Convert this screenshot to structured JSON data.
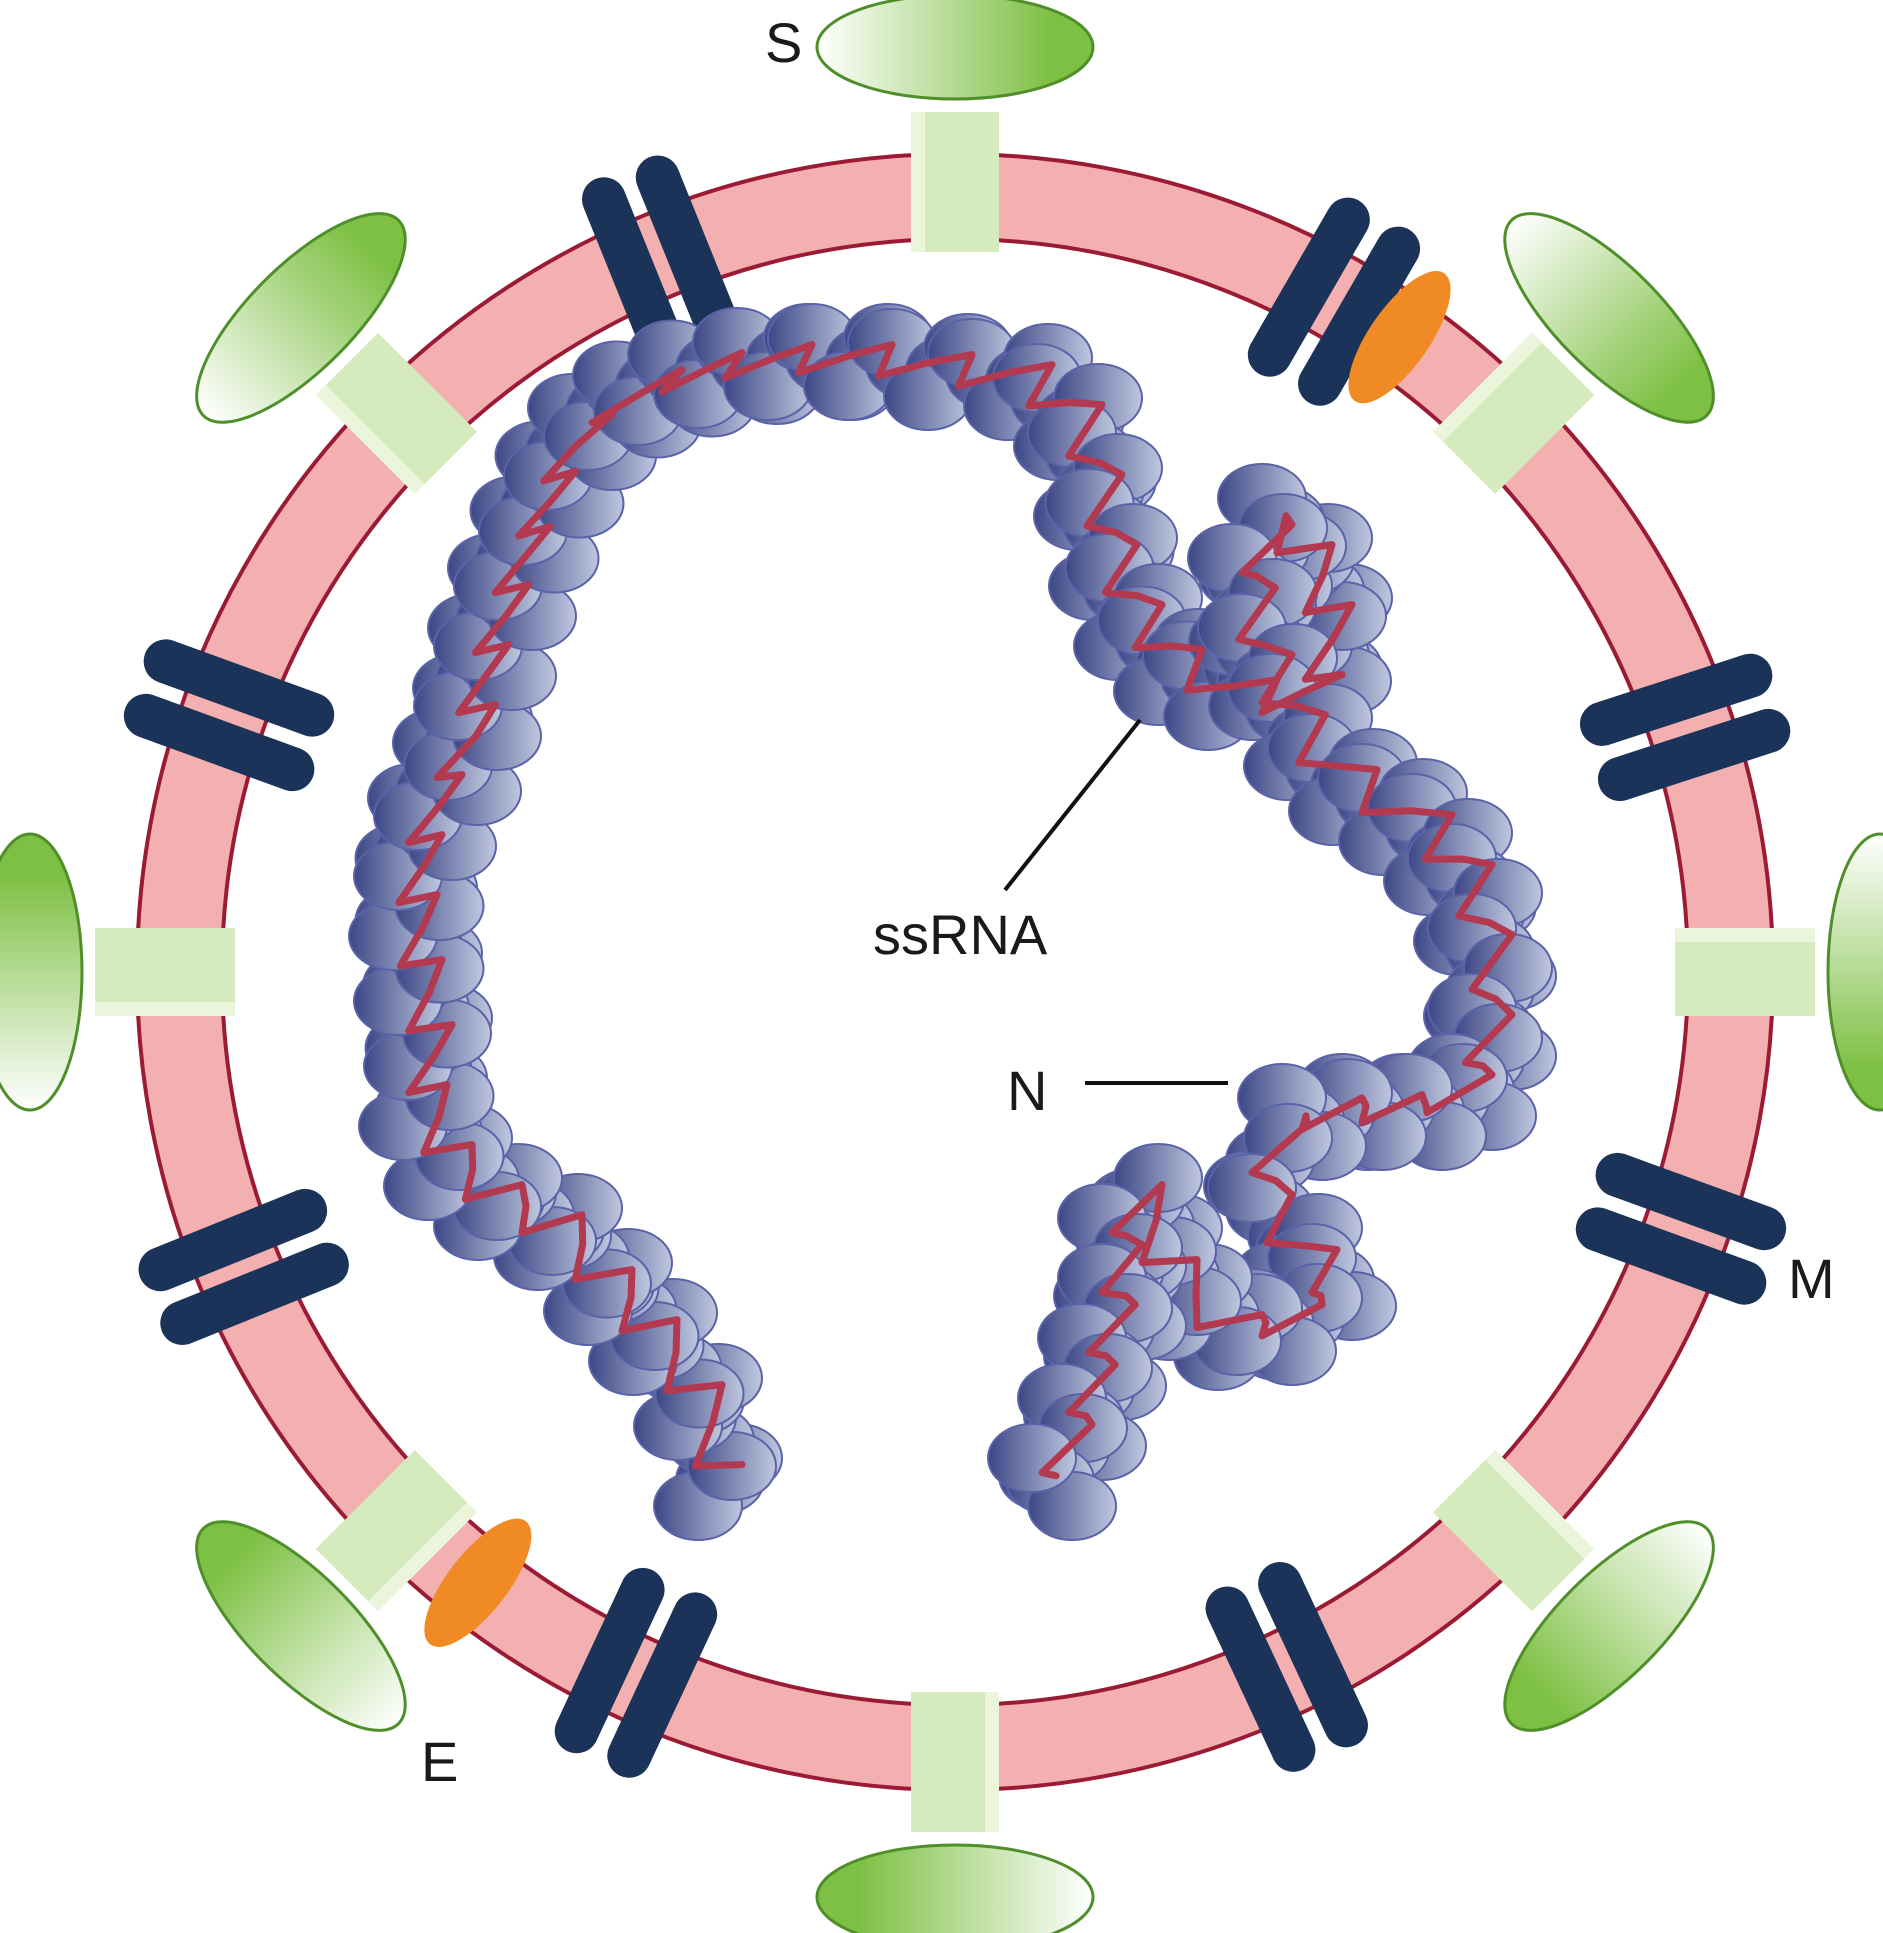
{
  "labels": {
    "spike": "S",
    "envelope": "E",
    "membrane": "M",
    "nucleocapsid": "N",
    "genome": "ssRNA"
  },
  "colors": {
    "envelope_fill": "#f4b0b0",
    "envelope_outline": "#9b1b35",
    "spike_head_dark": "#7ec044",
    "spike_head_outline": "#4f8f2a",
    "spike_stalk": "#d6ebbd",
    "membrane_protein": "#1b3358",
    "envelope_protein": "#f08a24",
    "nucleocapsid_dark": "#3c4785",
    "nucleocapsid_light": "#c4cbe0",
    "rna_strand": "#b2394f",
    "leader_line": "#111111"
  },
  "icons": {
    "spike": "spike-protein-icon",
    "membrane": "membrane-protein-icon",
    "envelope": "envelope-protein-icon",
    "nucleocapsid": "nucleocapsid-bead-icon"
  }
}
